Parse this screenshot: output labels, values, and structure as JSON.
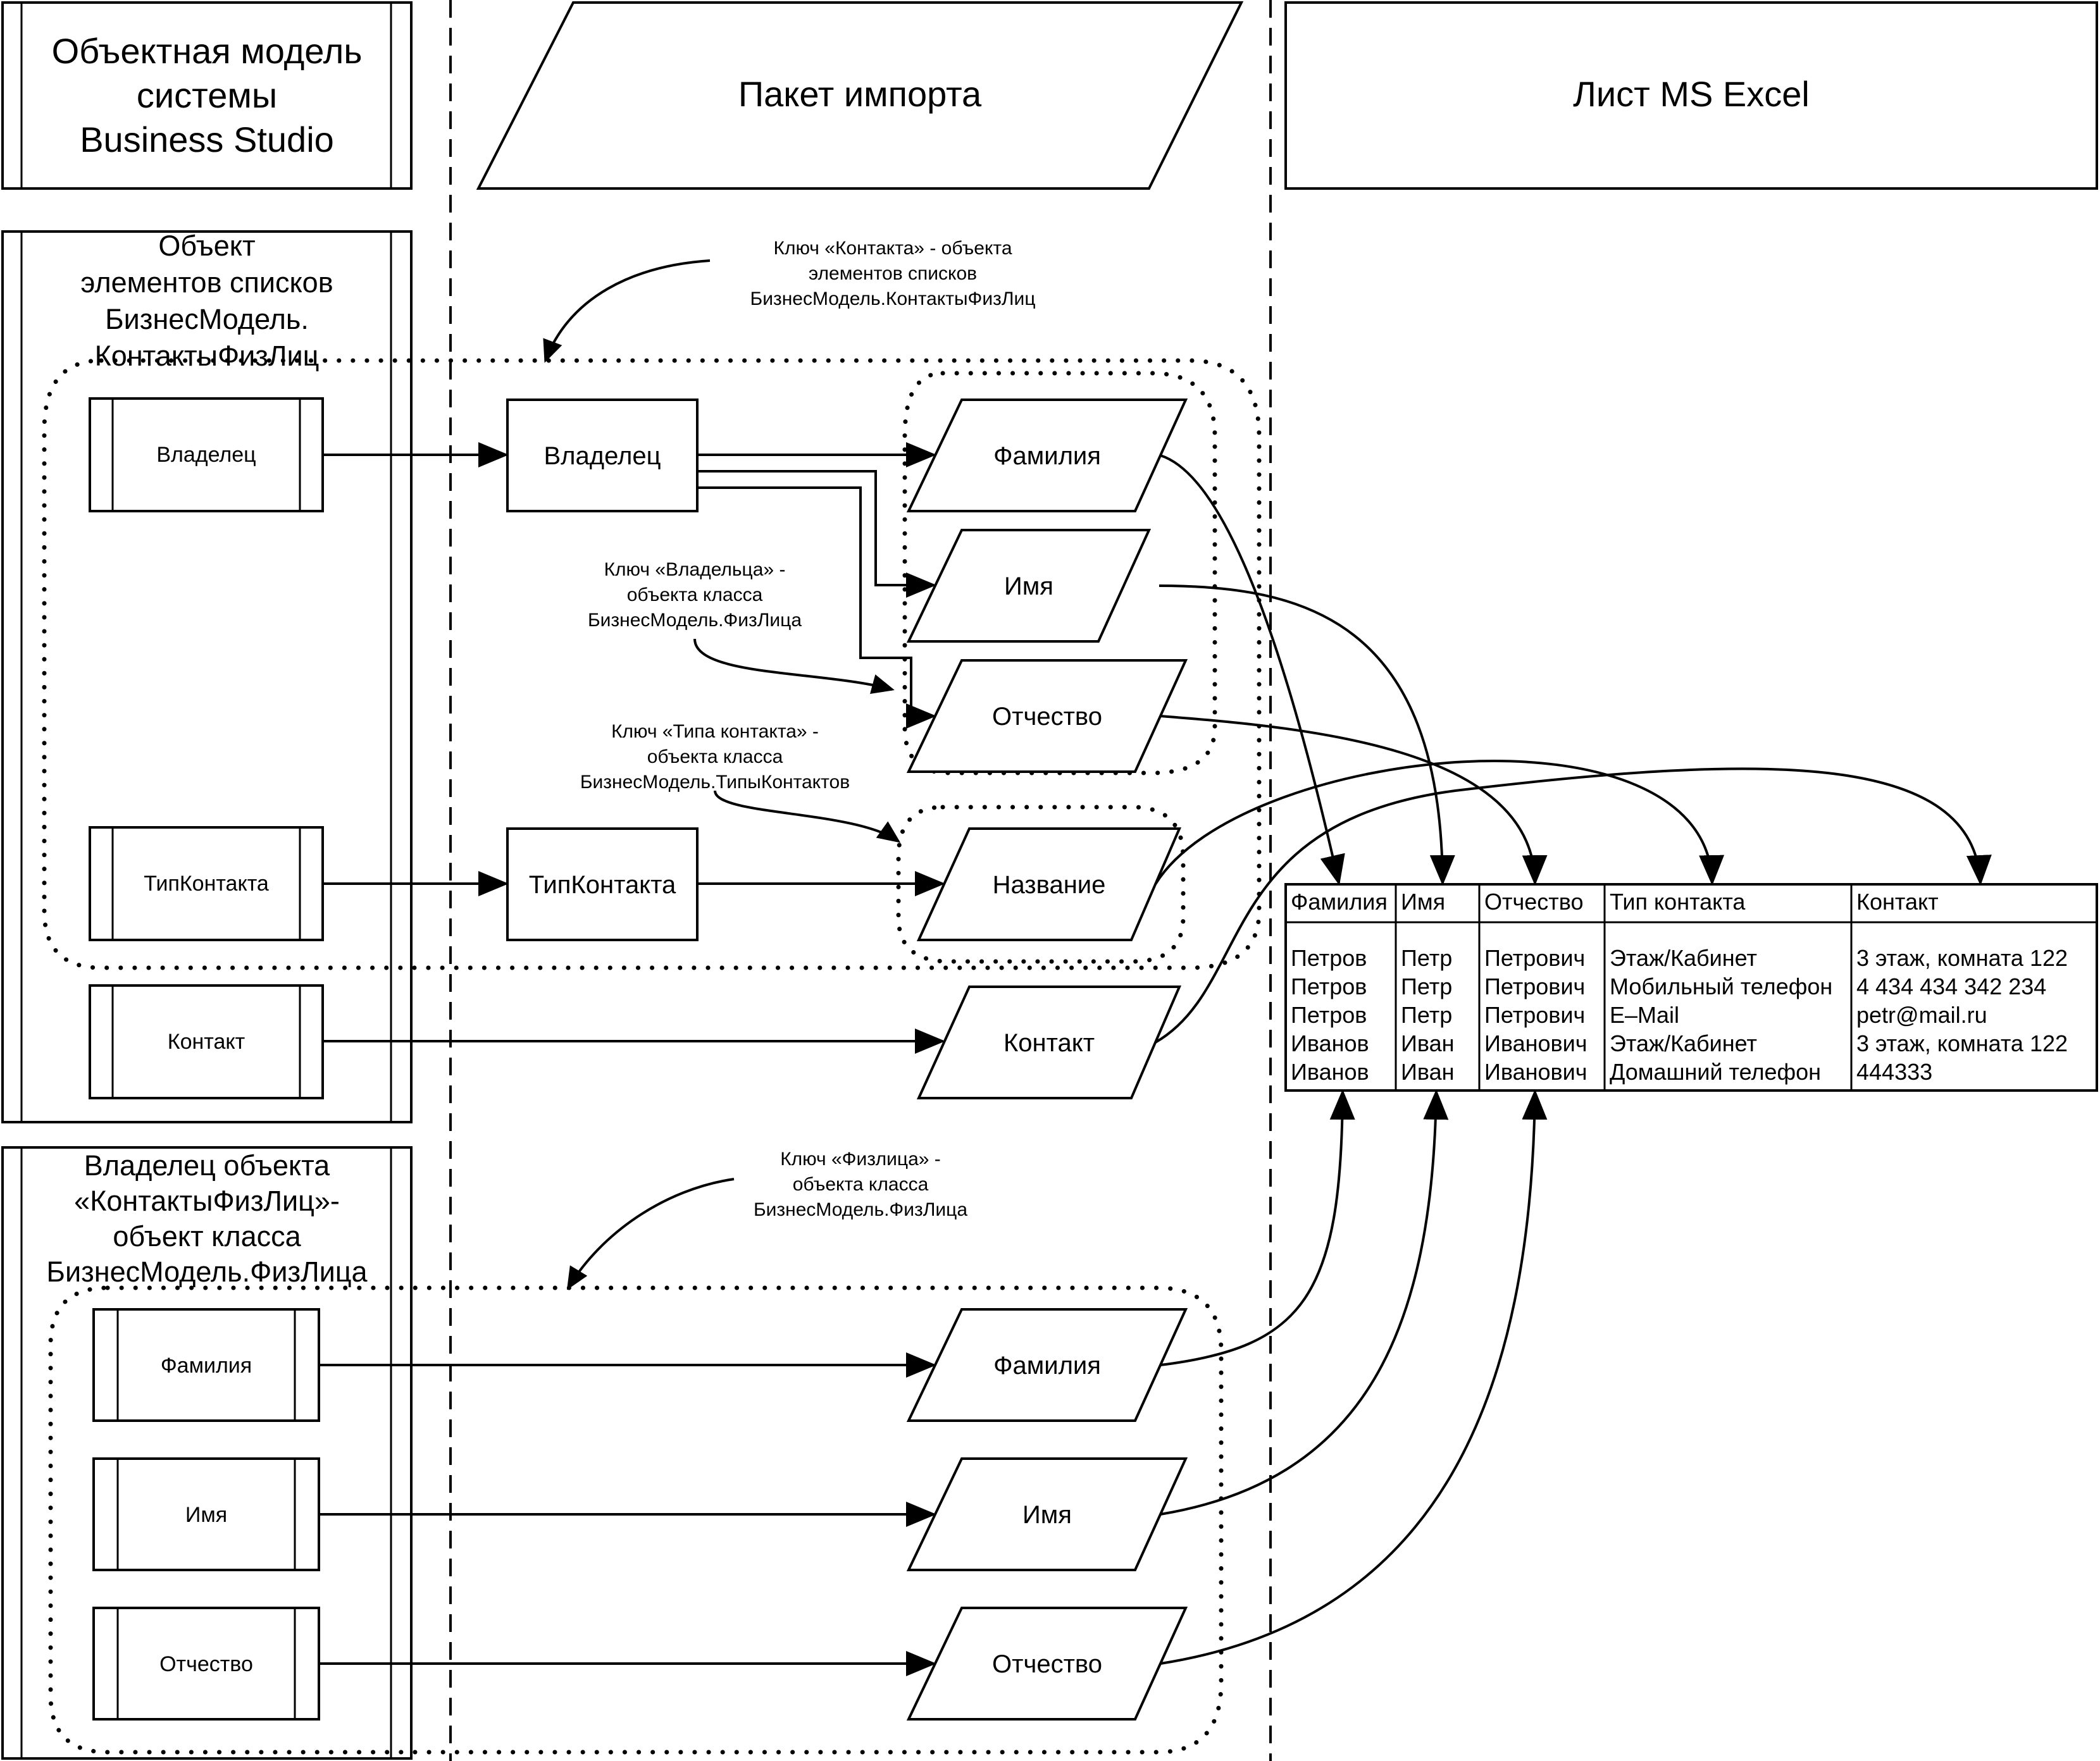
{
  "headers": {
    "object_model": [
      "Объектная модель",
      "системы",
      "Business Studio"
    ],
    "import_package": "Пакет импорта",
    "excel_sheet": "Лист MS Excel"
  },
  "groups": {
    "contacts": [
      "Объект",
      "элементов списков",
      "БизнесМодель.",
      "КонтактыФизЛиц"
    ],
    "owner": [
      "Владелец объекта",
      "«КонтактыФизЛиц»-",
      "объект класса",
      "БизнесМодель.ФизЛица"
    ]
  },
  "object_attributes": {
    "owner": "Владелец",
    "contact_type": "ТипКонтакта",
    "contact": "Контакт",
    "last_name": "Фамилия",
    "first_name": "Имя",
    "middle_name": "Отчество"
  },
  "package_items": {
    "owner": "Владелец",
    "contact_type": "ТипКонтакта"
  },
  "package_fields": {
    "last_name_1": "Фамилия",
    "first_name_1": "Имя",
    "middle_name_1": "Отчество",
    "name": "Название",
    "contact": "Контакт",
    "last_name_2": "Фамилия",
    "first_name_2": "Имя",
    "middle_name_2": "Отчество"
  },
  "notes": {
    "contact_key": [
      "Ключ «Контакта» - объекта",
      "элементов списков",
      "БизнесМодель.КонтактыФизЛиц"
    ],
    "owner_key": [
      "Ключ «Владельца» -",
      "объекта класса",
      "БизнесМодель.ФизЛица"
    ],
    "type_key": [
      "Ключ «Типа контакта» -",
      "объекта класса",
      "БизнесМодель.ТипыКонтактов"
    ],
    "person_key": [
      "Ключ «Физлица» -",
      "объекта класса",
      "БизнесМодель.ФизЛица"
    ]
  },
  "excel_table": {
    "columns": [
      "Фамилия",
      "Имя",
      "Отчество",
      "Тип контакта",
      "Контакт"
    ],
    "rows": [
      [
        "Петров",
        "Петр",
        "Петрович",
        "Этаж/Кабинет",
        "3 этаж, комната 122"
      ],
      [
        "Петров",
        "Петр",
        "Петрович",
        "Мобильный телефон",
        "4 434 434 342 234"
      ],
      [
        "Петров",
        "Петр",
        "Петрович",
        "E–Mail",
        "petr@mail.ru"
      ],
      [
        "Иванов",
        "Иван",
        "Иванович",
        "Этаж/Кабинет",
        "3 этаж, комната 122"
      ],
      [
        "Иванов",
        "Иван",
        "Иванович",
        "Домашний телефон",
        "444333"
      ]
    ]
  }
}
